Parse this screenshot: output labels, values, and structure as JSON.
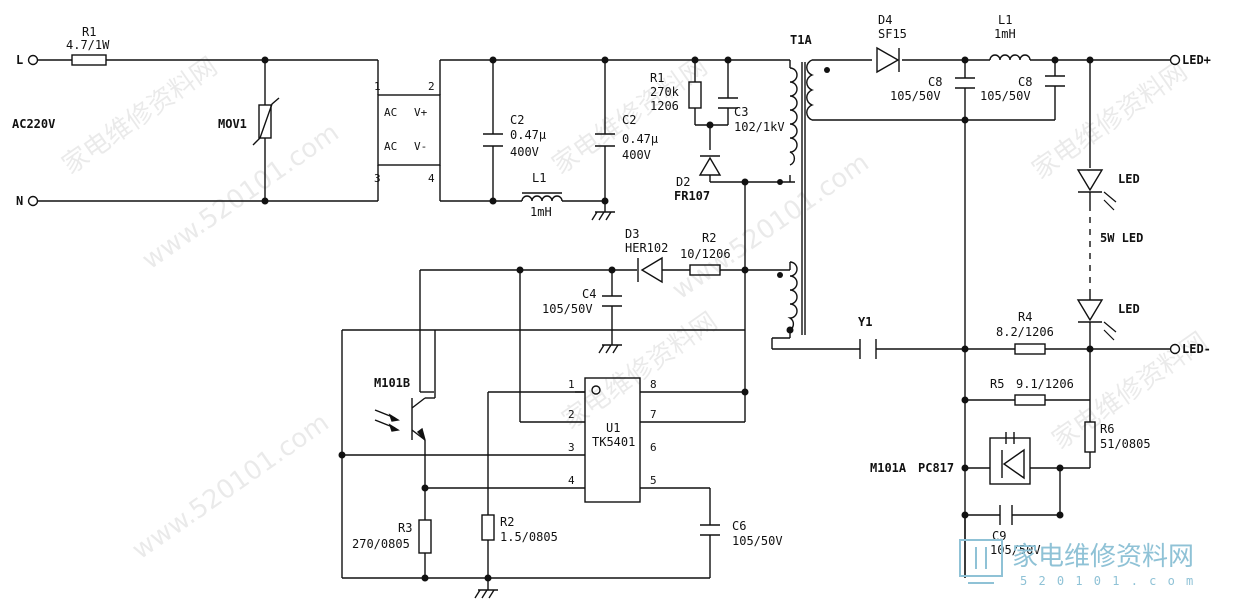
{
  "terminals": {
    "L": "L",
    "N": "N",
    "ac_supply": "AC220V",
    "led_plus": "LED+",
    "led_minus": "LED-"
  },
  "components": {
    "r1_in": {
      "ref": "R1",
      "value": "4.7/1W"
    },
    "mov1": {
      "ref": "MOV1"
    },
    "bridge": {
      "ac1": "AC",
      "ac2": "AC",
      "vplus": "V+",
      "vminus": "V-",
      "pin1": "1",
      "pin2": "2",
      "pin3": "3",
      "pin4": "4"
    },
    "c2a": {
      "ref": "C2",
      "value": "0.47μ",
      "rating": "400V"
    },
    "c2b": {
      "ref": "C2",
      "value": "0.47μ",
      "rating": "400V"
    },
    "l1_in": {
      "ref": "L1",
      "value": "1mH"
    },
    "r1_snub": {
      "ref": "R1",
      "value": "270k",
      "pkg": "1206"
    },
    "c3": {
      "ref": "C3",
      "value": "102/1kV"
    },
    "d2": {
      "ref": "D2",
      "value": "FR107"
    },
    "t1a": {
      "ref": "T1A"
    },
    "d4": {
      "ref": "D4",
      "value": "SF15"
    },
    "l1_out": {
      "ref": "L1",
      "value": "1mH"
    },
    "c8a": {
      "ref": "C8",
      "value": "105/50V"
    },
    "c8b": {
      "ref": "C8",
      "value": "105/50V"
    },
    "led_top": {
      "ref": "LED"
    },
    "led_mid": {
      "ref": "5W LED"
    },
    "led_bot": {
      "ref": "LED"
    },
    "d3": {
      "ref": "D3",
      "value": "HER102"
    },
    "r2_top": {
      "ref": "R2",
      "value": "10/1206"
    },
    "c4": {
      "ref": "C4",
      "value": "105/50V"
    },
    "y1": {
      "ref": "Y1"
    },
    "r4": {
      "ref": "R4",
      "value": "8.2/1206"
    },
    "r5": {
      "ref": "R5",
      "value": "9.1/1206"
    },
    "r6": {
      "ref": "R6",
      "value": "51/0805"
    },
    "m101b": {
      "ref": "M101B"
    },
    "m101a": {
      "ref": "M101A",
      "value": "PC817"
    },
    "u1": {
      "ref": "U1",
      "value": "TK5401",
      "pins": [
        "1",
        "2",
        "3",
        "4",
        "5",
        "6",
        "7",
        "8"
      ]
    },
    "r3": {
      "ref": "R3",
      "value": "270/0805"
    },
    "r2_bot": {
      "ref": "R2",
      "value": "1.5/0805"
    },
    "c6": {
      "ref": "C6",
      "value": "105/50V"
    },
    "c9": {
      "ref": "C9",
      "value": "105/50V"
    }
  },
  "watermarks": {
    "site_cn": "家电维修资料网",
    "site_url": "www.520101.com",
    "logo_cn": "家电维修资料网",
    "logo_url": "5 2 0 1 0 1 . c o m"
  }
}
